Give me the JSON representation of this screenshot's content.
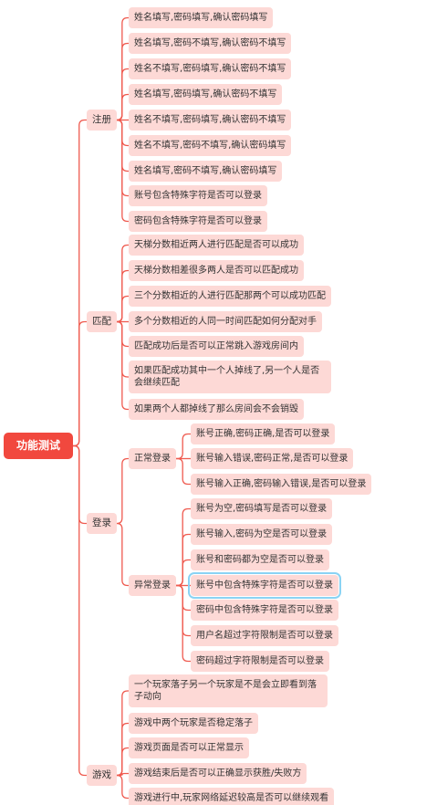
{
  "colors": {
    "line": "#ef5a4f",
    "root_bg": "#f1483e",
    "node_bg": "#fdd9d6",
    "selection": "#8ad3f4"
  },
  "root": {
    "label": "功能测试"
  },
  "branches": [
    {
      "label": "注册",
      "leaves": [
        "姓名填写,密码填写,确认密码填写",
        "姓名填写,密码不填写,确认密码不填写",
        "姓名不填写,密码填写,确认密码不填写",
        "姓名填写,密码填写,确认密码不填写",
        "姓名不填写,密码填写,确认密码不填写",
        "姓名不填写,密码不填写,确认密码填写",
        "姓名填写,密码不填写,确认密码填写",
        "账号包含特殊字符是否可以登录",
        "密码包含特殊字符是否可以登录"
      ]
    },
    {
      "label": "匹配",
      "leaves": [
        "天梯分数相近两人进行匹配是否可以成功",
        "天梯分数相差很多两人是否可以匹配成功",
        "三个分数相近的人进行匹配那两个可以成功匹配",
        "多个分数相近的人同一时间匹配如何分配对手",
        "匹配成功后是否可以正常跳入游戏房间内",
        "如果匹配成功其中一个人掉线了,另一个人是否会继续匹配",
        "如果两个人都掉线了那么房间会不会销毁"
      ]
    },
    {
      "label": "登录",
      "subs": [
        {
          "label": "正常登录",
          "leaves": [
            "账号正确,密码正确,是否可以登录",
            "账号输入错误,密码正常,是否可以登录",
            "账号输入正确,密码输入错误,是否可以登录"
          ]
        },
        {
          "label": "异常登录",
          "leaves": [
            "账号为空,密码填写是否可以登录",
            "账号输入,密码为空是否可以登录",
            "账号和密码都为空是否可以登录",
            "账号中包含特殊字符是否可以登录",
            "密码中包含特殊字符是否可以登录",
            "用户名超过字符限制是否可以登录",
            "密码超过字符限制是否可以登录"
          ]
        }
      ]
    },
    {
      "label": "游戏",
      "leaves": [
        "一个玩家落子另一个玩家是不是会立即看到落子动向",
        "游戏中两个玩家是否稳定落子",
        "游戏页面是否可以正常显示",
        "游戏结束后是否可以正确显示获胜/失败方",
        "游戏进行中,玩家网络延迟较高是否可以继续观看"
      ]
    }
  ]
}
